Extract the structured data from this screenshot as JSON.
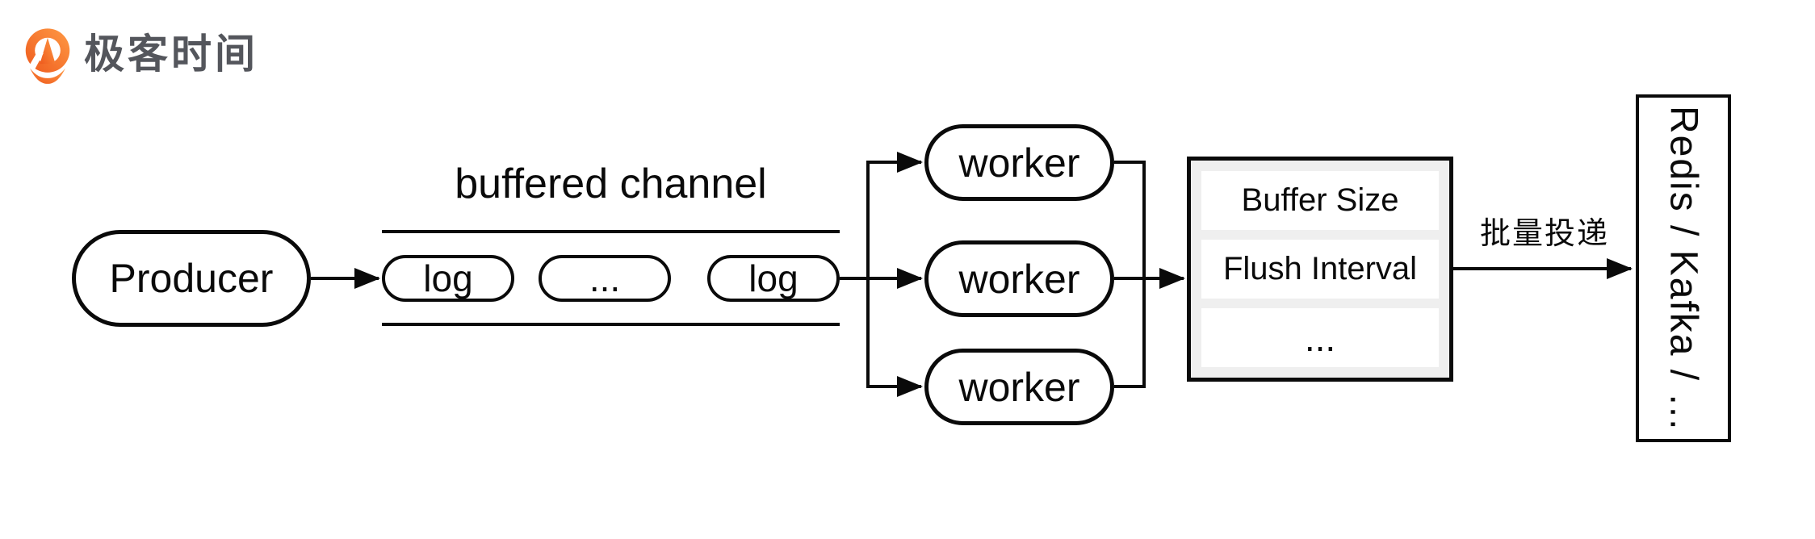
{
  "canvas": {
    "bg": "#ffffff",
    "ink": "#0a0a0a"
  },
  "brand": {
    "text": "极客时间",
    "text_color": "#54565c",
    "icon": "geektime-logo-icon",
    "orange_light": "#ff9a45",
    "orange_dark": "#ee5a1d"
  },
  "diagram": {
    "producer": {
      "label": "Producer"
    },
    "channel": {
      "title": "buffered channel",
      "slots": [
        {
          "label": "log"
        },
        {
          "label": "..."
        },
        {
          "label": "log"
        }
      ]
    },
    "workers": [
      {
        "label": "worker"
      },
      {
        "label": "worker"
      },
      {
        "label": "worker"
      }
    ],
    "config_box": {
      "bg": "#efefef",
      "row_bg": "#ffffff",
      "rows": [
        {
          "label": "Buffer Size"
        },
        {
          "label": "Flush Interval"
        },
        {
          "label": "..."
        }
      ]
    },
    "delivery_arrow": {
      "label": "批量投递"
    },
    "sink": {
      "label": "Redis / Kafka / ..."
    }
  }
}
